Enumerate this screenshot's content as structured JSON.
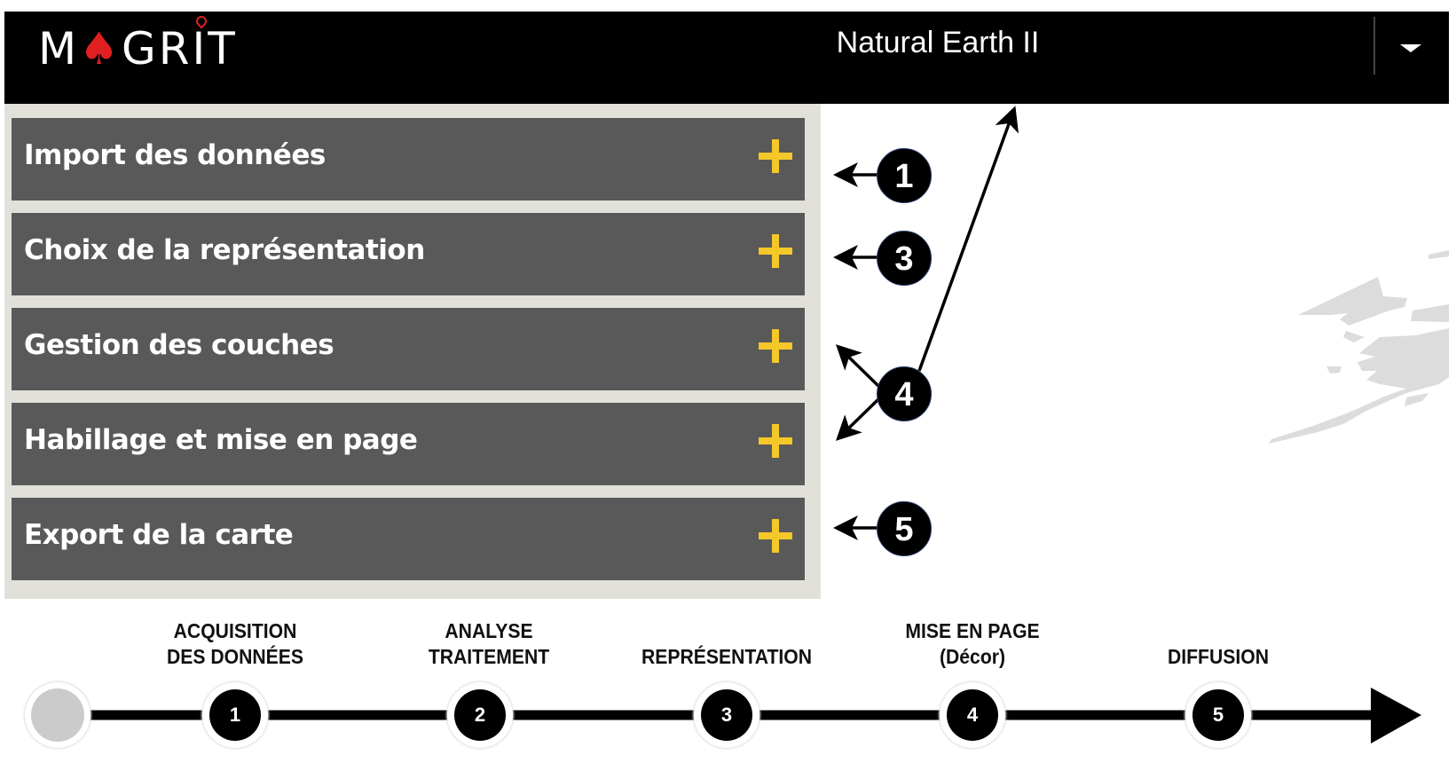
{
  "header": {
    "logo_text": "MAGRIT",
    "basemap_title": "Natural Earth II"
  },
  "menu": {
    "items": [
      {
        "label": "Import des données"
      },
      {
        "label": "Choix de la représentation"
      },
      {
        "label": "Gestion des couches"
      },
      {
        "label": "Habillage et mise en page"
      },
      {
        "label": "Export de la carte"
      }
    ]
  },
  "callouts": [
    "1",
    "3",
    "4",
    "5"
  ],
  "timeline": {
    "steps": [
      {
        "number": "1",
        "label_line1": "ACQUISITION",
        "label_line2": "DES DONNÉES"
      },
      {
        "number": "2",
        "label_line1": "ANALYSE",
        "label_line2": "TRAITEMENT"
      },
      {
        "number": "3",
        "label_line1": "",
        "label_line2": "REPRÉSENTATION"
      },
      {
        "number": "4",
        "label_line1": "MISE EN PAGE",
        "label_line2": "(Décor)"
      },
      {
        "number": "5",
        "label_line1": "",
        "label_line2": "DIFFUSION"
      }
    ]
  },
  "colors": {
    "accent": "#f5c82a",
    "logo_red": "#e02020",
    "menu_bg": "#595959",
    "panel_bg": "#e1e1da"
  }
}
